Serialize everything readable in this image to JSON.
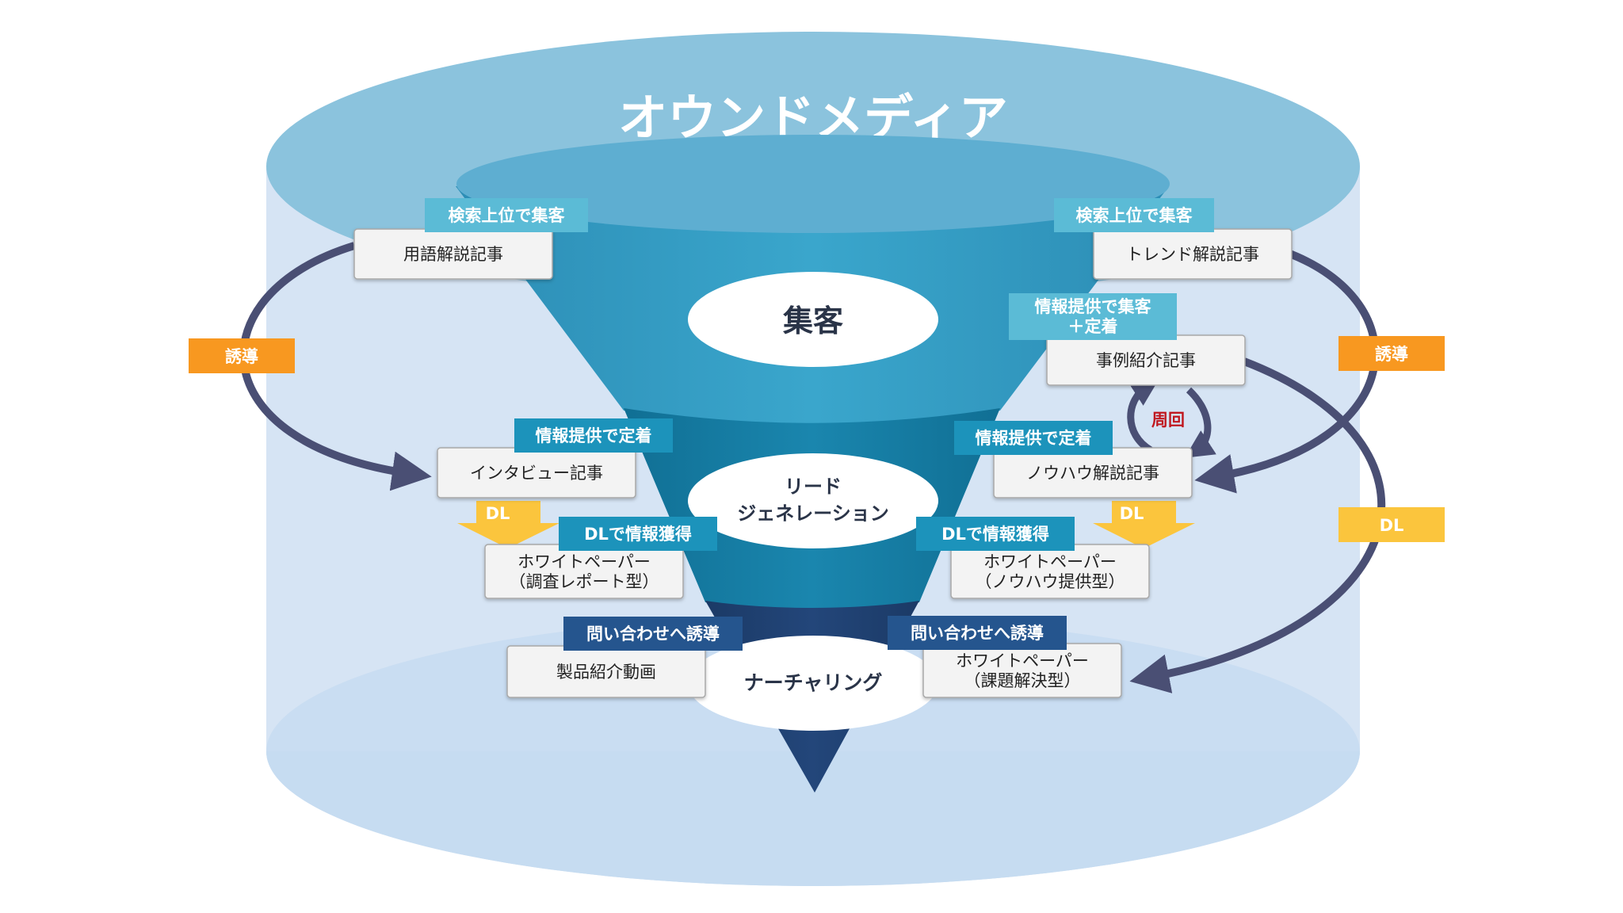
{
  "title": "オウンドメディア",
  "stages": {
    "top": "集客",
    "middle_line1": "リード",
    "middle_line2": "ジェネレーション",
    "bottom": "ナーチャリング"
  },
  "cards": {
    "yougo": {
      "tag": "検索上位で集客",
      "label": "用語解説記事"
    },
    "trend": {
      "tag": "検索上位で集客",
      "label": "トレンド解説記事"
    },
    "jirei": {
      "tag_line1": "情報提供で集客",
      "tag_line2": "＋定着",
      "label": "事例紹介記事"
    },
    "interview": {
      "tag": "情報提供で定着",
      "label": "インタビュー記事"
    },
    "knowhow": {
      "tag": "情報提供で定着",
      "label": "ノウハウ解説記事"
    },
    "wp_survey": {
      "tag": "DLで情報獲得",
      "label_line1": "ホワイトペーパー",
      "label_line2": "（調査レポート型）"
    },
    "wp_knowhow": {
      "tag": "DLで情報獲得",
      "label_line1": "ホワイトペーパー",
      "label_line2": "（ノウハウ提供型）"
    },
    "product_video": {
      "tag": "問い合わせへ誘導",
      "label": "製品紹介動画"
    },
    "wp_solution": {
      "tag": "問い合わせへ誘導",
      "label_line1": "ホワイトペーパー",
      "label_line2": "（課題解決型）"
    }
  },
  "labels": {
    "yuudou_left": "誘導",
    "yuudou_right": "誘導",
    "dl_left": "DL",
    "dl_middle": "DL",
    "dl_right": "DL",
    "shuukai": "周回"
  },
  "colors": {
    "cylinder_top": "#8bc3dd",
    "cylinder_body": "#d6e4f4",
    "cylinder_bottom": "#c3d9ef",
    "funnel_top": "#3ea2c6",
    "funnel_mid": "#137ea3",
    "funnel_bottom": "#1f4270",
    "tag_light": "#5bbbd6",
    "tag_mid": "#1c93bb",
    "tag_dark": "#25558e",
    "orange": "#f89820",
    "yellow": "#fbc53d",
    "arrow": "#4a4f74",
    "accent_red": "#c0181f"
  }
}
